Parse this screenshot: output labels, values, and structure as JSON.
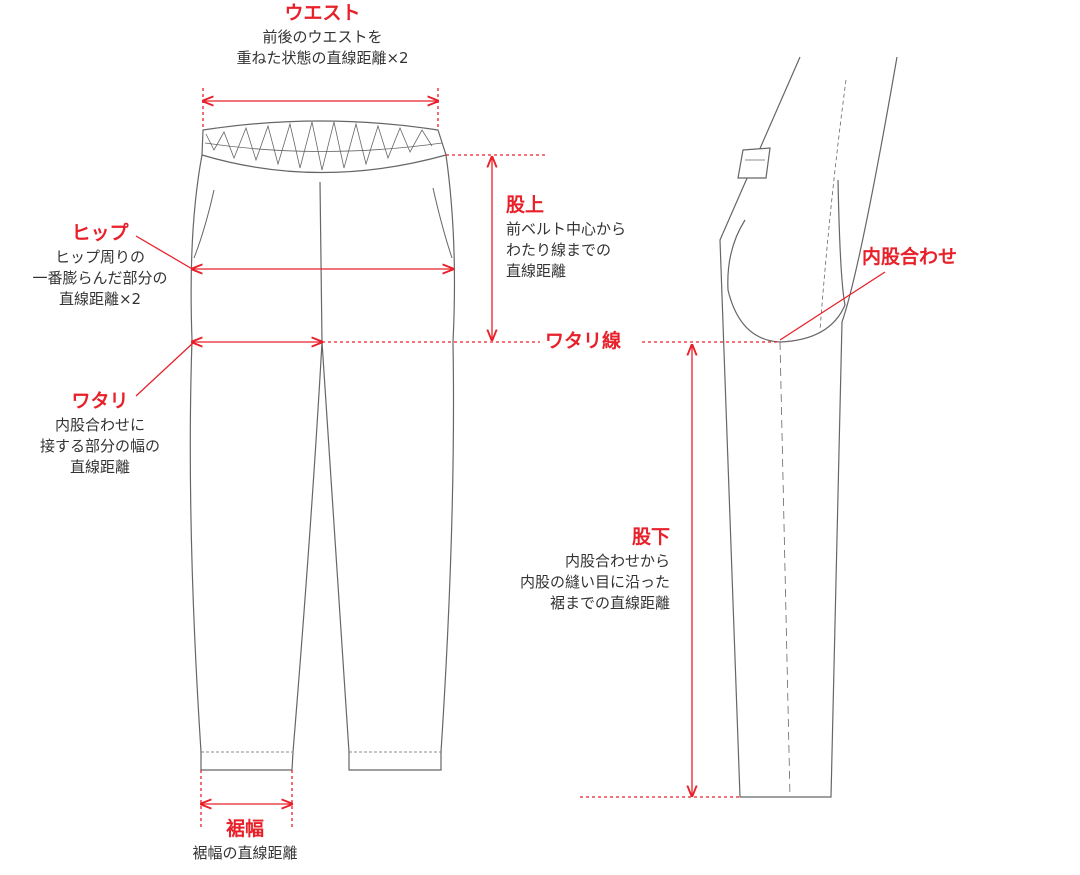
{
  "colors": {
    "accent": "#e8202a",
    "line": "#666666",
    "text": "#333333"
  },
  "labels": {
    "waist": {
      "title": "ウエスト",
      "lines": [
        "前後のウエストを",
        "重ねた状態の直線距離×2"
      ]
    },
    "rise": {
      "title": "股上",
      "lines": [
        "前ベルト中心から",
        "わたり線までの",
        "直線距離"
      ]
    },
    "hip": {
      "title": "ヒップ",
      "lines": [
        "ヒップ周りの",
        "一番膨らんだ部分の",
        "直線距離×2"
      ]
    },
    "crotch_point": {
      "title": "内股合わせ"
    },
    "thigh_line": {
      "title": "ワタリ線"
    },
    "thigh": {
      "title": "ワタリ",
      "lines": [
        "内股合わせに",
        "接する部分の幅の",
        "直線距離"
      ]
    },
    "inseam": {
      "title": "股下",
      "lines": [
        "内股合わせから",
        "内股の縫い目に沿った",
        "裾までの直線距離"
      ]
    },
    "hem": {
      "title": "裾幅",
      "lines": [
        "裾幅の直線距離"
      ]
    }
  }
}
